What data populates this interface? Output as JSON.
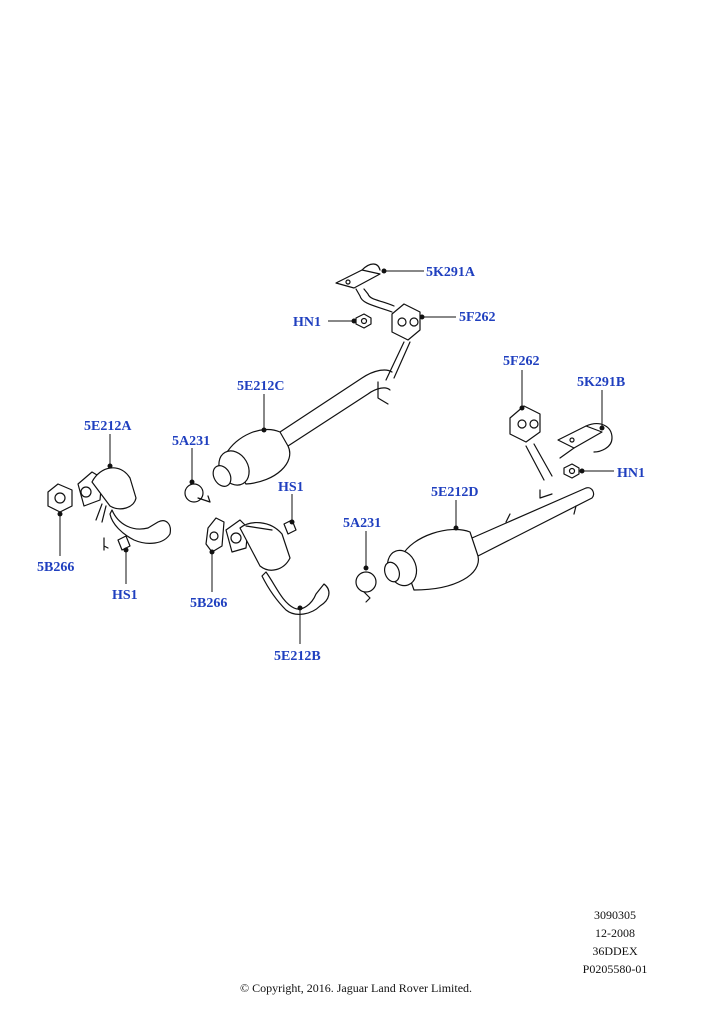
{
  "callouts": {
    "k291a": "5K291A",
    "hn1_top": "HN1",
    "f262_top": "5F262",
    "e212c": "5E212C",
    "f262_right": "5F262",
    "k291b": "5K291B",
    "hn1_right": "HN1",
    "e212a": "5E212A",
    "a231_left": "5A231",
    "hs1_mid": "HS1",
    "e212d": "5E212D",
    "a231_right": "5A231",
    "b266_left": "5B266",
    "hs1_left": "HS1",
    "b266_mid": "5B266",
    "e212b": "5E212B"
  },
  "meta": {
    "line1": "3090305",
    "line2": "12-2008",
    "line3": "36DDEX",
    "line4": "P0205580-01"
  },
  "copyright": "© Copyright, 2016. Jaguar Land Rover Limited.",
  "colors": {
    "callout": "#1f3fbf",
    "line": "#111111"
  }
}
